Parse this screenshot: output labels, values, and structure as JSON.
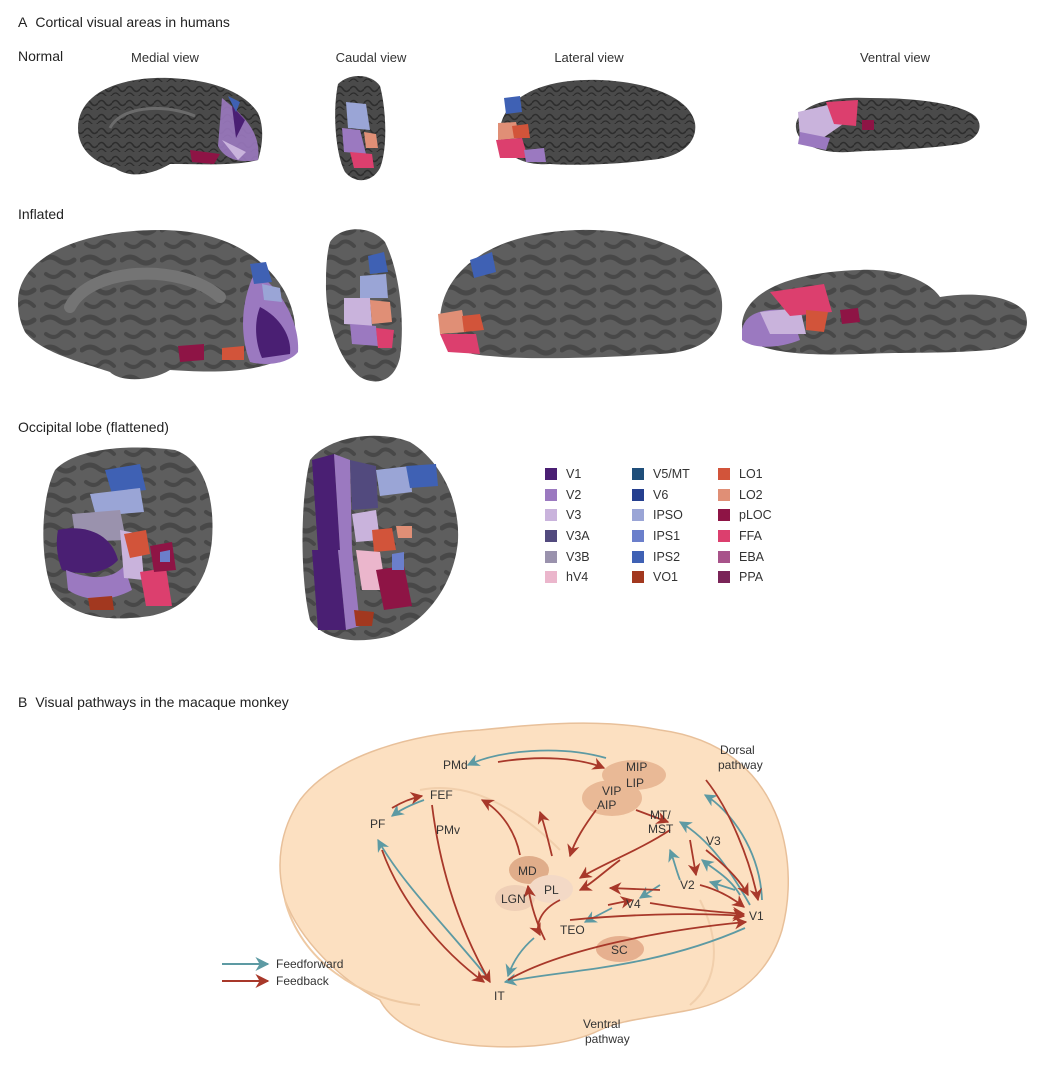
{
  "panel_a": {
    "letter": "A",
    "title": "Cortical visual areas in humans",
    "rows": {
      "normal": "Normal",
      "inflated": "Inflated",
      "flattened": "Occipital lobe (flattened)"
    },
    "views": [
      "Medial view",
      "Caudal view",
      "Lateral view",
      "Ventral view"
    ],
    "legend": [
      {
        "label": "V1",
        "color": "#4a1f73"
      },
      {
        "label": "V2",
        "color": "#9b79c0"
      },
      {
        "label": "V3",
        "color": "#c9b3dc"
      },
      {
        "label": "V3A",
        "color": "#524a7e"
      },
      {
        "label": "V3B",
        "color": "#9a92ad"
      },
      {
        "label": "hV4",
        "color": "#ebb6cc"
      },
      {
        "label": "V5/MT",
        "color": "#1f4e7a"
      },
      {
        "label": "V6",
        "color": "#253f8f"
      },
      {
        "label": "IPSO",
        "color": "#9aa5d6"
      },
      {
        "label": "IPS1",
        "color": "#6b7fcb"
      },
      {
        "label": "IPS2",
        "color": "#3f61b4"
      },
      {
        "label": "VO1",
        "color": "#a2381f"
      },
      {
        "label": "LO1",
        "color": "#d2543a"
      },
      {
        "label": "LO2",
        "color": "#e08f76"
      },
      {
        "label": "pLOC",
        "color": "#8e1445"
      },
      {
        "label": "FFA",
        "color": "#dc3f6e"
      },
      {
        "label": "EBA",
        "color": "#a8538a"
      },
      {
        "label": "PPA",
        "color": "#7a2458"
      }
    ]
  },
  "panel_b": {
    "letter": "B",
    "title": "Visual pathways in the macaque monkey",
    "nodes": [
      "PMd",
      "FEF",
      "PF",
      "PMv",
      "MD",
      "LGN",
      "PL",
      "TEO",
      "IT",
      "SC",
      "V4",
      "V2",
      "V1",
      "V3",
      "MT/",
      "MST",
      "VIP",
      "AIP",
      "MIP",
      "LIP"
    ],
    "pathway_labels": {
      "dorsal_1": "Dorsal",
      "dorsal_2": "pathway",
      "ventral_1": "Ventral",
      "ventral_2": "pathway"
    },
    "legend": {
      "feedforward": "Feedforward",
      "feedback": "Feedback",
      "feedforward_color": "#5d9aa3",
      "feedback_color": "#a8382a"
    }
  }
}
